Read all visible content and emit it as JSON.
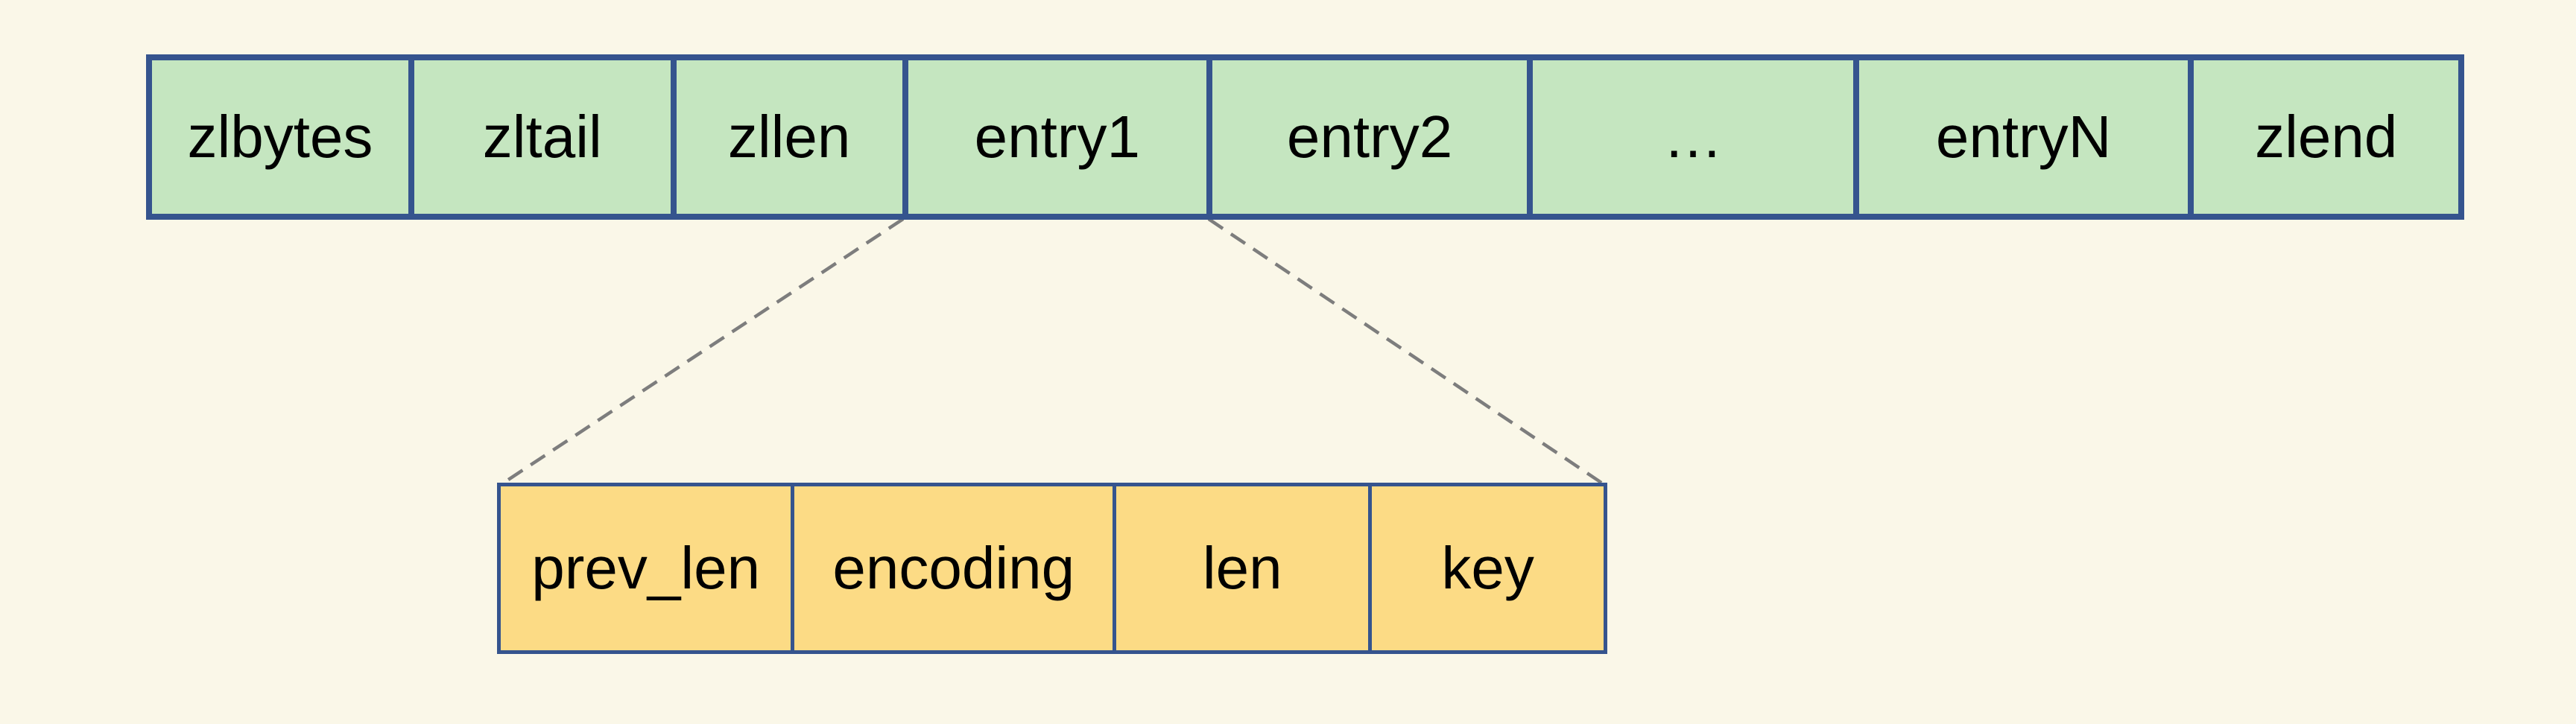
{
  "diagram": {
    "ziplist_row": {
      "cells": [
        "zlbytes",
        "zltail",
        "zllen",
        "entry1",
        "entry2",
        "…",
        "entryN",
        "zlend"
      ]
    },
    "entry_detail_row": {
      "cells": [
        "prev_len",
        "encoding",
        "len",
        "key"
      ]
    }
  },
  "colors": {
    "background": "#faf7e8",
    "header_fill": "#c5e6c0",
    "entry_fill": "#fcdb85",
    "border": "#35548e",
    "connector": "#7d7d7d",
    "text": "#000000"
  }
}
